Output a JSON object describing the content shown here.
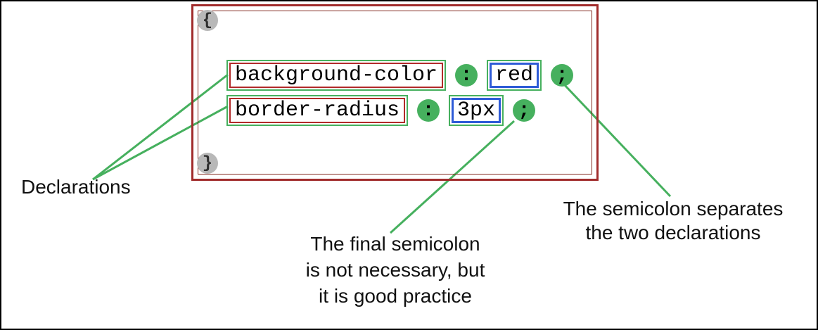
{
  "colors": {
    "annotation_green": "#46b05e",
    "ruleset_red": "#a12c2c",
    "property_red": "#b22a2a",
    "value_blue": "#2e5bd7",
    "brace_gray": "#b8b8b8",
    "text_black": "#000000"
  },
  "ruleset": {
    "open_brace": "{",
    "close_brace": "}",
    "declarations": [
      {
        "property": "background-color",
        "colon": ":",
        "value": "red",
        "semicolon": ";"
      },
      {
        "property": "border-radius",
        "colon": ":",
        "value": "3px",
        "semicolon": ";"
      }
    ]
  },
  "labels": {
    "declarations": "Declarations",
    "final_semicolon": {
      "line1": "The final semicolon",
      "line2": "is not necessary, but",
      "line3": "it is good practice"
    },
    "separator": {
      "line1": "The semicolon separates",
      "line2": "the two declarations"
    }
  }
}
